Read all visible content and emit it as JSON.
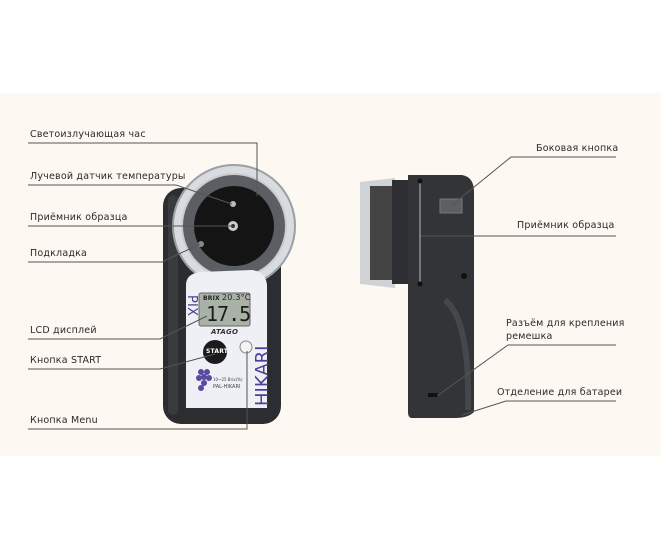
{
  "front_view": {
    "labels": {
      "light_emitting_part": "Светоизлучающая час",
      "temperature_sensor": "Лучевой датчик температуры",
      "sample_receiver": "Приёмник образца",
      "pad": "Подкладка",
      "lcd_display": "LCD дисплей",
      "start_button": "Кнопка START",
      "menu_button": "Кнопка Menu"
    },
    "device": {
      "brand": "ATAGO",
      "model": "PAL-HIKARI",
      "side_text_left": "PIX",
      "side_text_right": "HIKARI",
      "range": "10~25 Brix(%)",
      "lcd_main": "17.5",
      "lcd_temp": "20.3°C",
      "lcd_mode": "BRIX",
      "start_label": "START"
    }
  },
  "side_view": {
    "labels": {
      "side_button": "Боковая кнопка",
      "sample_receiver": "Приёмник образца",
      "strap_connector_line1": "Разъём для крепления",
      "strap_connector_line2": "ремешка",
      "battery_compartment": "Отделение для батареи"
    }
  },
  "colors": {
    "background": "#fdf8f1",
    "device_body": "#2c2d30",
    "lines": "#555555",
    "accent_purple": "#4a3f94"
  }
}
